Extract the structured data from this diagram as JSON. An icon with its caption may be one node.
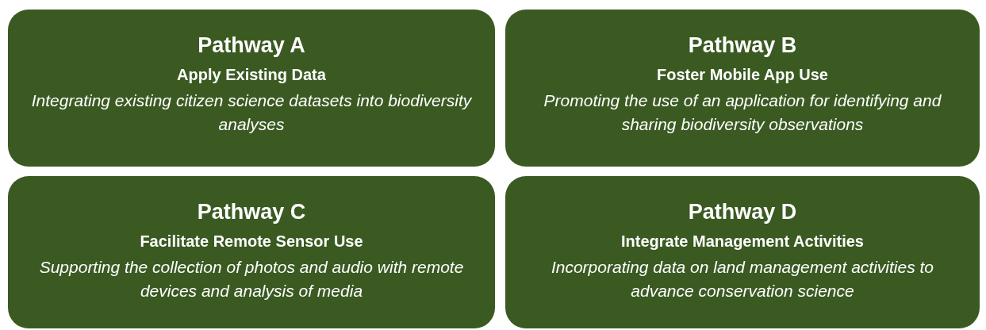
{
  "diagram": {
    "nodes": [
      {
        "text": [
          "Pathway A",
          "Apply Existing Data",
          "Integrating existing citizen science datasets into biodiversity analyses"
        ]
      },
      {
        "text": [
          "Pathway B",
          "Foster Mobile App Use",
          "Promoting the use of an application for identifying and sharing biodiversity observations"
        ]
      },
      {
        "text": [
          "Pathway C",
          "Facilitate Remote Sensor Use",
          "Supporting the collection of photos and audio with remote devices and analysis of media"
        ]
      },
      {
        "text": [
          "Pathway D",
          "Integrate Management Activities",
          "Incorporating data on land management activities to advance conservation science"
        ]
      }
    ]
  }
}
